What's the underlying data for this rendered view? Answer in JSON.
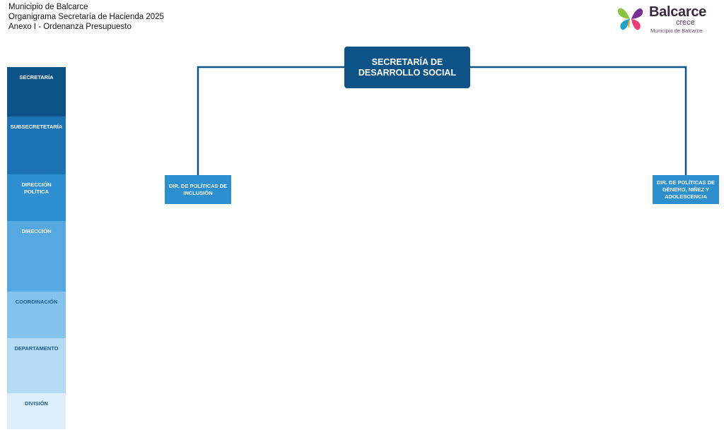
{
  "header": {
    "line1": "Municipio de Balcarce",
    "line2": "Organigrama Secretaría de Hacienda 2025",
    "line3": "Anexo I - Ordenanza Presupuesto"
  },
  "logo": {
    "brand": "Balcarce",
    "tagline": "crece",
    "subtitle": "Municipio de Balcarce",
    "icon": "butterfly-icon"
  },
  "colors": {
    "main_box": "#0e5388",
    "sub_box": "#2d8fce",
    "connector": "#0e5388"
  },
  "legend": [
    {
      "label": "SECRETARÍA",
      "bg": "#0e5388",
      "fg": "#ffffff"
    },
    {
      "label": "SUBSECRETETARÍA",
      "bg": "#1c74b5",
      "fg": "#ffffff"
    },
    {
      "label": "DIRECCIÓN POLÍTICA",
      "bg": "#2f8fd0",
      "fg": "#ffffff"
    },
    {
      "label": "DIRECCIÓN",
      "bg": "#56a8e0",
      "fg": "#ffffff"
    },
    {
      "label": "COORDINACIÓN",
      "bg": "#86c3ec",
      "fg": "#1b5c8c"
    },
    {
      "label": "DEPARTAMENTO",
      "bg": "#b5daf3",
      "fg": "#1b5c8c"
    },
    {
      "label": "DIVISIÓN",
      "bg": "#ddeefa",
      "fg": "#1b5c8c"
    }
  ],
  "org": {
    "main": "SECRETARÍA DE DESARROLLO SOCIAL",
    "children": [
      "DIR. DE POLÍTICAS DE INCLUSIÓN",
      "DIR. DE POLÍTICAS DE GÉNERO, NIÑEZ Y ADOLESCENCIA"
    ]
  }
}
